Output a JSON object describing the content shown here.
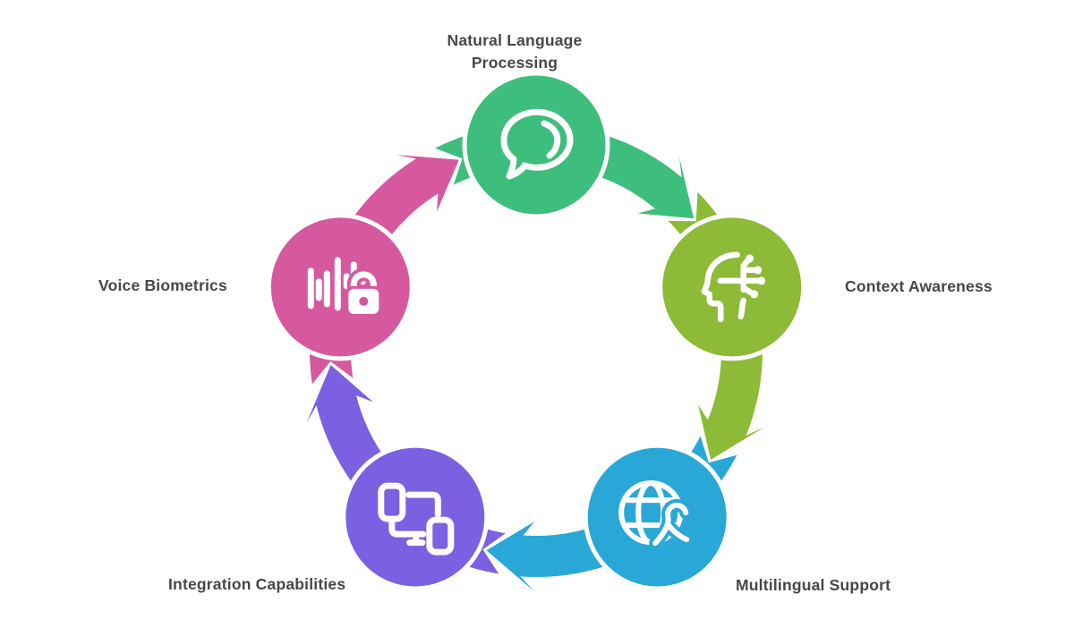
{
  "diagram": {
    "type": "circular-cycle",
    "direction": "clockwise",
    "background_color": "#ffffff",
    "label_color": "#474747",
    "nodes": [
      {
        "label": "Natural Language Processing",
        "color": "#3ebe7d",
        "icon": "speech-bubble-icon"
      },
      {
        "label": "Context Awareness",
        "color": "#8dba37",
        "icon": "head-circuit-icon"
      },
      {
        "label": "Multilingual Support",
        "color": "#29a8d8",
        "icon": "globe-language-icon"
      },
      {
        "label": "Integration Capabilities",
        "color": "#7b61e1",
        "icon": "connected-devices-icon"
      },
      {
        "label": "Voice Biometrics",
        "color": "#d6599f",
        "icon": "waveform-lock-icon"
      }
    ]
  }
}
